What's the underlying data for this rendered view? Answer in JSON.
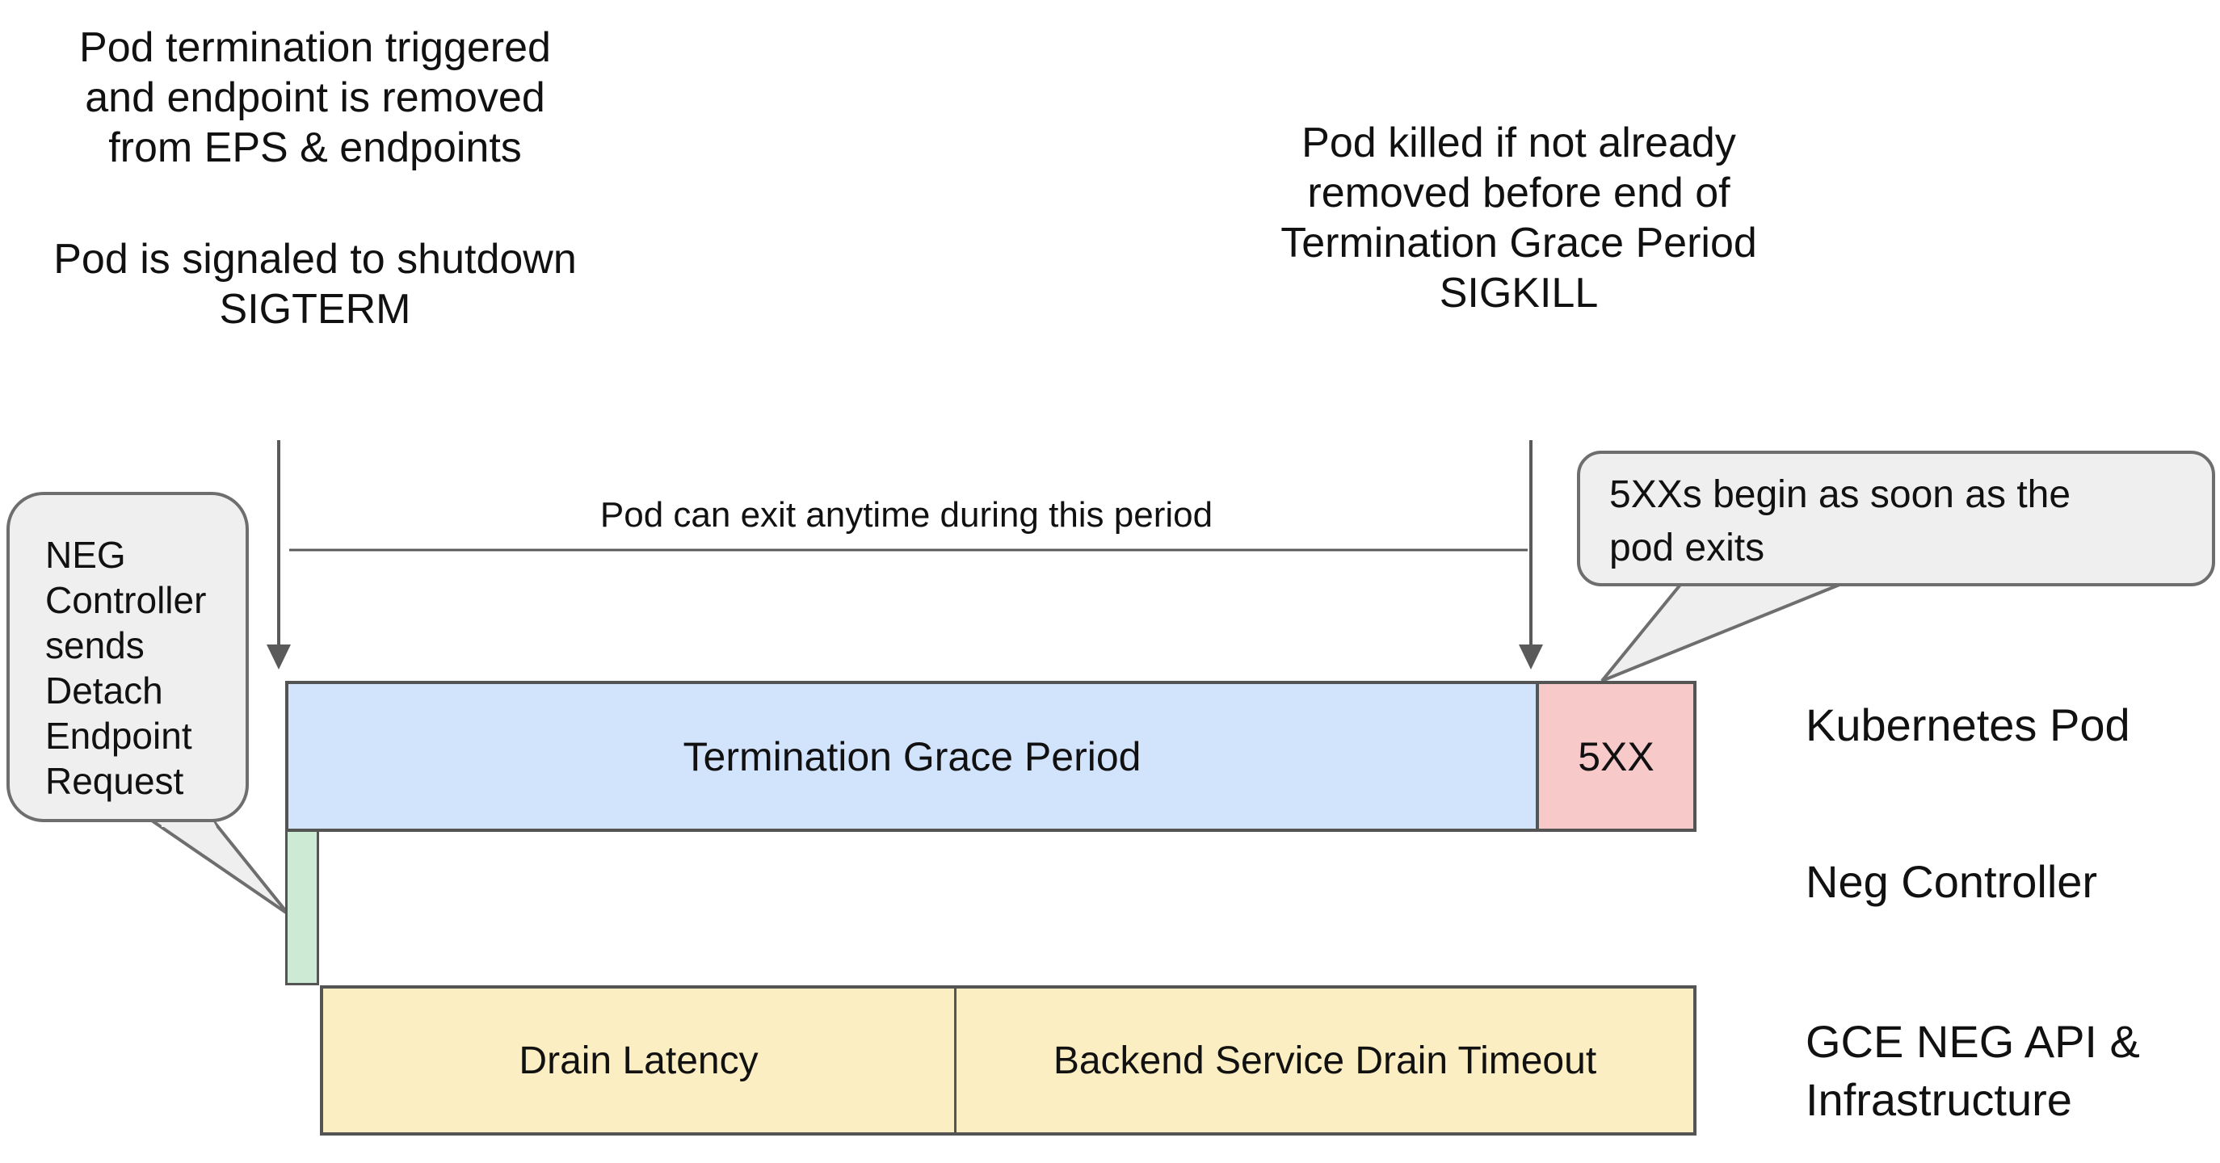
{
  "colors": {
    "text": "#111111",
    "blue": "#d2e3fc",
    "pink": "#f7c9c9",
    "green": "#cdead5",
    "yellow": "#faeec2",
    "bubble": "#efefef",
    "bubble-border": "#6e6e6e",
    "bar-border": "#545454",
    "line": "#5a5a5a"
  },
  "annotations": {
    "top_left_primary": {
      "line1": "Pod termination triggered",
      "line2": "and endpoint is removed",
      "line3": "from EPS & endpoints"
    },
    "top_left_secondary": {
      "line1": "Pod is signaled to shutdown",
      "line2": "SIGTERM"
    },
    "top_right": {
      "line1": "Pod killed if not already",
      "line2": "removed before end of",
      "line3": "Termination Grace Period",
      "line4": "SIGKILL"
    },
    "period_label": "Pod can exit anytime during this period"
  },
  "bubbles": {
    "left": {
      "line1": "NEG",
      "line2": "Controller",
      "line3": "sends",
      "line4": "Detach",
      "line5": "Endpoint",
      "line6": "Request"
    },
    "right": {
      "line1": "5XXs begin as soon as the",
      "line2": "pod exits"
    }
  },
  "timeline": {
    "kubernetes_pod": {
      "grace_label": "Termination Grace Period",
      "error_label": "5XX"
    },
    "gce": {
      "drain_latency_label": "Drain Latency",
      "backend_drain_label": "Backend Service Drain Timeout"
    }
  },
  "row_labels": {
    "kubernetes_pod": "Kubernetes Pod",
    "neg_controller": "Neg Controller",
    "gce_line1": "GCE NEG API &",
    "gce_line2": "Infrastructure"
  }
}
